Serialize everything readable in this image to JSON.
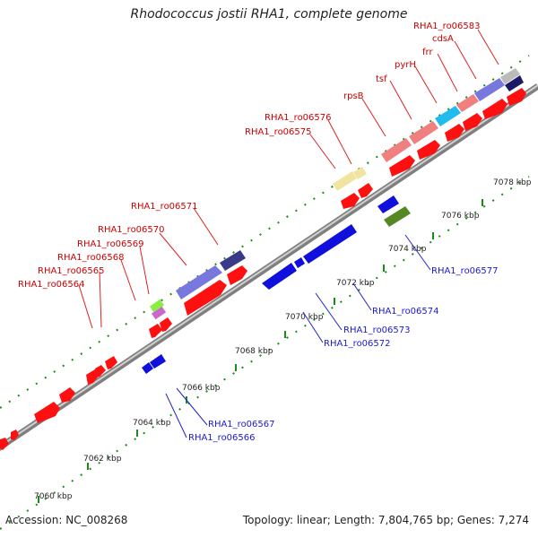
{
  "header": {
    "title": "Rhodococcus jostii RHA1, complete genome"
  },
  "footer": {
    "accession": "Accession: NC_008268",
    "summary": "Topology: linear; Length: 7,804,765 bp; Genes: 7,274"
  },
  "colors": {
    "forward": "#ff1010",
    "reverse": "#1010dd",
    "label_forward": "#cc0000",
    "label_reverse": "#1a1acc",
    "tick": "#1a8a1a",
    "backbone": "#808080"
  },
  "scale_labels": [
    "7060 kbp",
    "7062 kbp",
    "7064 kbp",
    "7066 kbp",
    "7068 kbp",
    "7070 kbp",
    "7072 kbp",
    "7074 kbp",
    "7076 kbp",
    "7078 kbp"
  ],
  "forward_labels": [
    "RHA1_ro06564",
    "RHA1_ro06565",
    "RHA1_ro06568",
    "RHA1_ro06569",
    "RHA1_ro06570",
    "RHA1_ro06571",
    "RHA1_ro06575",
    "RHA1_ro06576",
    "rpsB",
    "tsf",
    "pyrH",
    "frr",
    "cdsA",
    "RHA1_ro06583"
  ],
  "reverse_labels": [
    "RHA1_ro06566",
    "RHA1_ro06567",
    "RHA1_ro06572",
    "RHA1_ro06573",
    "RHA1_ro06574",
    "RHA1_ro06577"
  ]
}
